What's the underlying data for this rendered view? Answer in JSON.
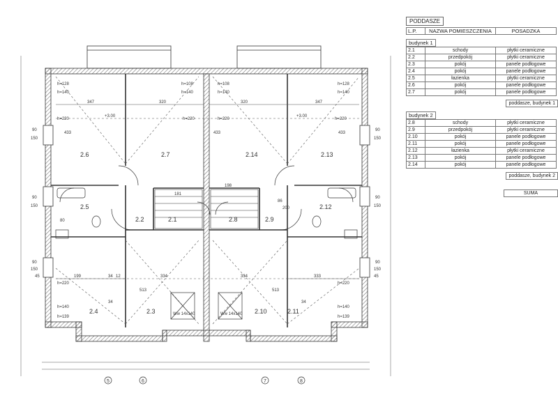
{
  "schedule": {
    "title": "PODDASZE",
    "headers": [
      "L.P.",
      "NAZWA POMIESZCZENIA",
      "POSADZKA"
    ],
    "groups": [
      {
        "name": "budynek 1",
        "rows": [
          [
            "2.1",
            "schody",
            "płytki ceramiczne"
          ],
          [
            "2.2",
            "przedpokój",
            "płytki ceramiczne"
          ],
          [
            "2.3",
            "pokój",
            "panele podłogowe"
          ],
          [
            "2.4",
            "pokój",
            "panele podłogowe"
          ],
          [
            "2.5",
            "łazienka",
            "płytki ceramiczne"
          ],
          [
            "2.6",
            "pokój",
            "panele podłogowe"
          ],
          [
            "2.7",
            "pokój",
            "panele podłogowe"
          ]
        ],
        "summary": "poddasze, budynek 1"
      },
      {
        "name": "budynek 2",
        "rows": [
          [
            "2.8",
            "schody",
            "płytki ceramiczne"
          ],
          [
            "2.9",
            "przedpokój",
            "płytki ceramiczne"
          ],
          [
            "2.10",
            "pokój",
            "panele podłogowe"
          ],
          [
            "2.11",
            "pokój",
            "panele podłogowe"
          ],
          [
            "2.12",
            "łazienka",
            "płytki ceramiczne"
          ],
          [
            "2.13",
            "pokój",
            "panele podłogowe"
          ],
          [
            "2.14",
            "pokój",
            "panele podłogowe"
          ]
        ],
        "summary": "poddasze, budynek 2"
      }
    ],
    "total": "SUMA"
  },
  "plan": {
    "rooms": [
      "2.6",
      "2.7",
      "2.14",
      "2.13",
      "2.5",
      "2.2",
      "2.1",
      "2.8",
      "2.9",
      "2.12",
      "2.4",
      "2.3",
      "2.10",
      "2.11"
    ],
    "dims": {
      "d347": "347",
      "d320": "320",
      "d433": "433",
      "d513": "513",
      "d334": "334",
      "d333": "333",
      "d199": "199",
      "d198": "198",
      "d181": "181",
      "d90": "90",
      "d150": "150",
      "d45": "45",
      "d80": "80",
      "d200": "200",
      "d86": "86",
      "d34": "34",
      "d12": "12",
      "h220": "h=220",
      "h140": "h=140",
      "h128": "h=128",
      "h108": "h=108",
      "h139": "h=139",
      "level": "+3.00",
      "ww": "Ww 14x140"
    },
    "axis": [
      "5",
      "6",
      "7",
      "8"
    ]
  },
  "colors": {
    "line": "#333333",
    "hatch": "#888888",
    "bg": "#ffffff"
  }
}
